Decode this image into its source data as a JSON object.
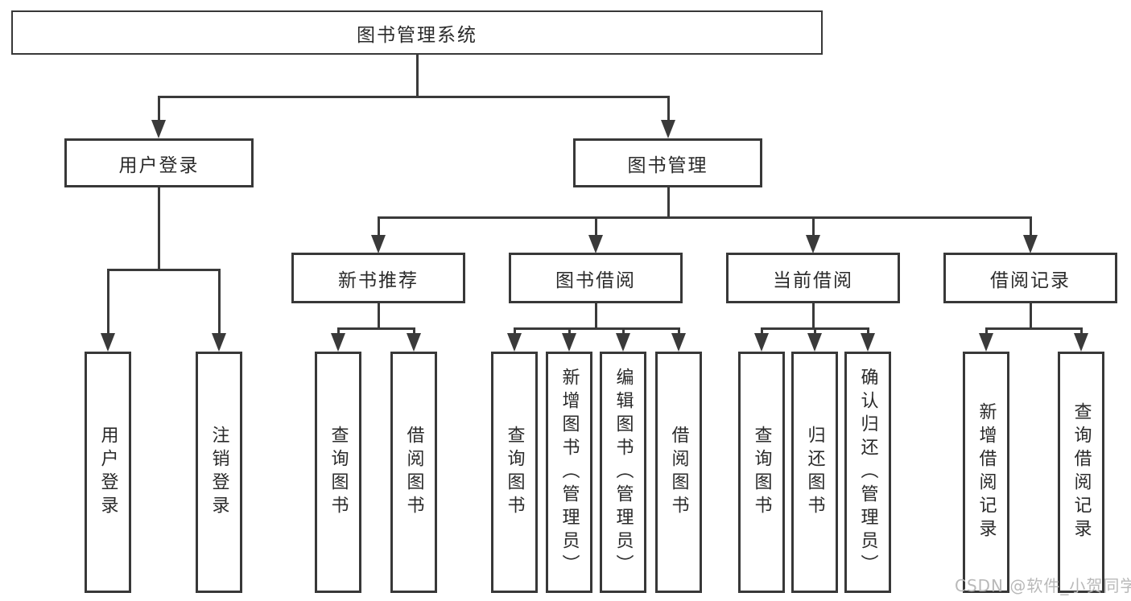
{
  "diagram": {
    "root": {
      "label": "图书管理系统"
    },
    "level2": [
      {
        "label": "用户登录"
      },
      {
        "label": "图书管理"
      }
    ],
    "level3": [
      {
        "label": "新书推荐"
      },
      {
        "label": "图书借阅"
      },
      {
        "label": "当前借阅"
      },
      {
        "label": "借阅记录"
      }
    ],
    "leaves": [
      {
        "label": "用户登录"
      },
      {
        "label": "注销登录"
      },
      {
        "label": "查询图书"
      },
      {
        "label": "借阅图书"
      },
      {
        "label": "查询图书"
      },
      {
        "label": "新增图书（管理员）"
      },
      {
        "label": "编辑图书（管理员）"
      },
      {
        "label": "借阅图书"
      },
      {
        "label": "查询图书"
      },
      {
        "label": "归还图书"
      },
      {
        "label": "确认归还（管理员）"
      },
      {
        "label": "新增借阅记录"
      },
      {
        "label": "查询借阅记录"
      }
    ]
  },
  "watermark": {
    "text": "CSDN @软件_小贺同学"
  },
  "colors": {
    "line": "#3a3a3a",
    "box_border": "#383838",
    "text": "#2a2a2a",
    "watermark": "#b9b9b9",
    "background": "#ffffff"
  }
}
